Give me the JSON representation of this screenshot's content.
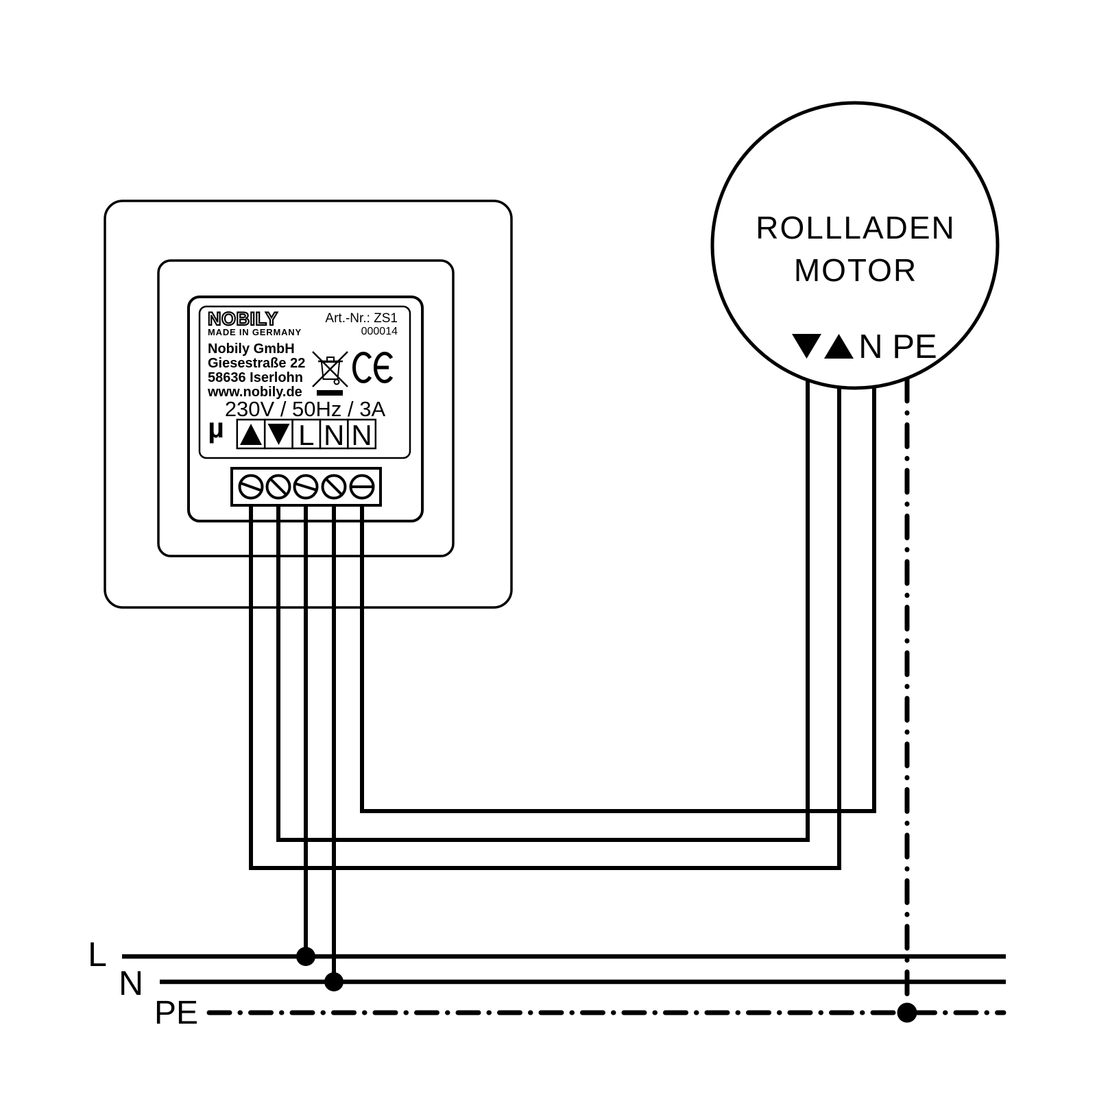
{
  "diagram": {
    "background": "#ffffff",
    "line_color": "#000000"
  },
  "device_label": {
    "brand": "NOBILY",
    "made_in": "MADE IN GERMANY",
    "art_nr": "Art.-Nr.: ZS1",
    "serial": "000014",
    "address_lines": [
      "Nobily GmbH",
      "Giesestraße 22",
      "58636 Iserlohn",
      "www.nobily.de"
    ],
    "rating": "230V / 50Hz / 3A",
    "mu_symbol": "µ",
    "terminal_labels": [
      "▲",
      "▼",
      "L",
      "N",
      "N"
    ]
  },
  "motor": {
    "name_line1": "ROLLLADEN",
    "name_line2": "MOTOR",
    "terminal_down": "▼",
    "terminal_up": "▲",
    "terminal_n": "N",
    "terminal_pe": "PE"
  },
  "power_bus": {
    "l_label": "L",
    "n_label": "N",
    "pe_label": "PE"
  },
  "icons": {
    "weee": "weee-crossed-bin-icon",
    "ce": "ce-mark"
  }
}
